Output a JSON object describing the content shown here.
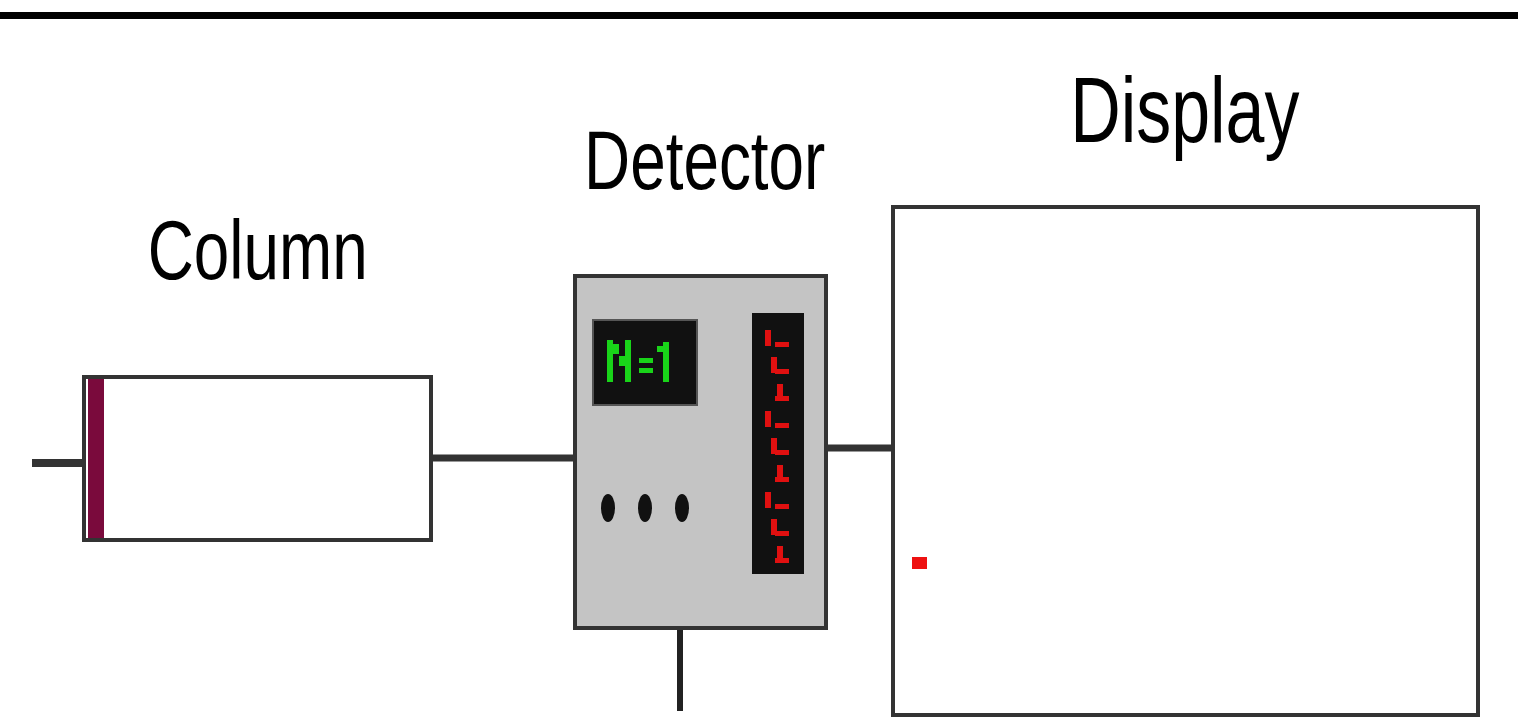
{
  "diagram": {
    "nodes": [
      {
        "text": [
          "Column"
        ]
      },
      {
        "text": [
          "Detector"
        ]
      },
      {
        "text": [
          "Display"
        ]
      }
    ],
    "edges": [
      {
        "from": 0,
        "to": 1,
        "arrow": "none"
      },
      {
        "from": 1,
        "to": 2,
        "arrow": "none"
      }
    ]
  }
}
